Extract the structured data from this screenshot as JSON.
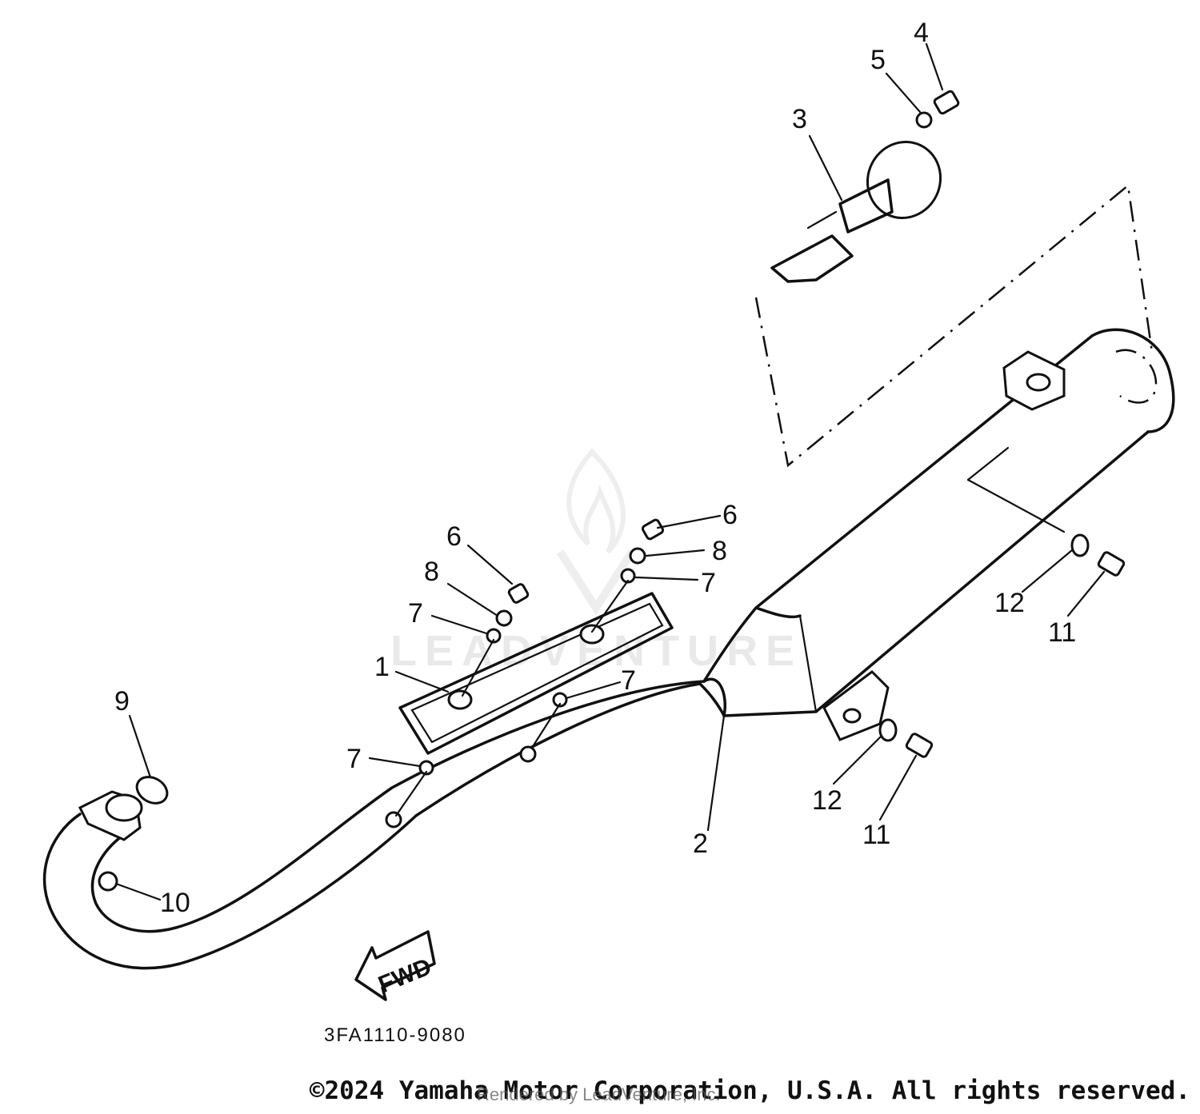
{
  "diagram": {
    "callouts": {
      "c1": "1",
      "c2": "2",
      "c3": "3",
      "c4": "4",
      "c5": "5",
      "c6a": "6",
      "c6b": "6",
      "c7a": "7",
      "c7b": "7",
      "c7c": "7",
      "c7d": "7",
      "c8a": "8",
      "c8b": "8",
      "c9": "9",
      "c10": "10",
      "c11a": "11",
      "c11b": "11",
      "c12a": "12",
      "c12b": "12"
    },
    "fwd_label": "FWD",
    "drawing_code": "3FA1110-9080",
    "watermark": "LEADVENTURE",
    "watermark_icon": "flame-logo-icon"
  },
  "footer": {
    "copyright": "©2024 Yamaha Motor Corporation, U.S.A. All rights reserved.",
    "rendered_by": "Rendered by LeadVenture, Inc."
  }
}
